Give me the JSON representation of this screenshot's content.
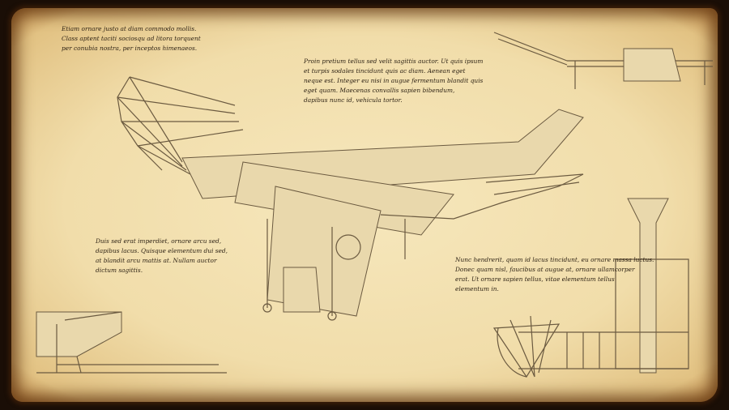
{
  "notes": {
    "top_left": "Etiam ornare justo at diam commodo mollis.\nClass aptent taciti sociosqu ad litora torquent\nper conubia nostra, per inceptos himenaeos.",
    "top_center": "Proin pretium tellus sed velit sagittis auctor. Ut quis ipsum\net turpis sodales tincidunt quis ac diam. Aenean eget\nneque est. Integer eu nisi in augue fermentum blandit quis\neget quam. Maecenas convallis sapien bibendum,\ndapibus nunc id, vehicula tortor.",
    "middle_left": "Duis sed erat imperdiet, ornare arcu sed,\ndapibus lacus. Quisque elementum dui sed,\nat blandit arcu mattis at. Nullam auctor\ndictum sagittis.",
    "middle_right": "Nunc hendrerit, quam id lacus tincidunt, eu ornare massa luctus.\nDonec quam nisl, faucibus at augue at, ornare ullamcorper\nerat. Ut ornare sapien tellus, vitae elementum tellus\nelementum in."
  },
  "colors": {
    "parchment": "#f1ddaa",
    "ink": "#2a1f12",
    "burnt_edge": "#1a0e06"
  }
}
